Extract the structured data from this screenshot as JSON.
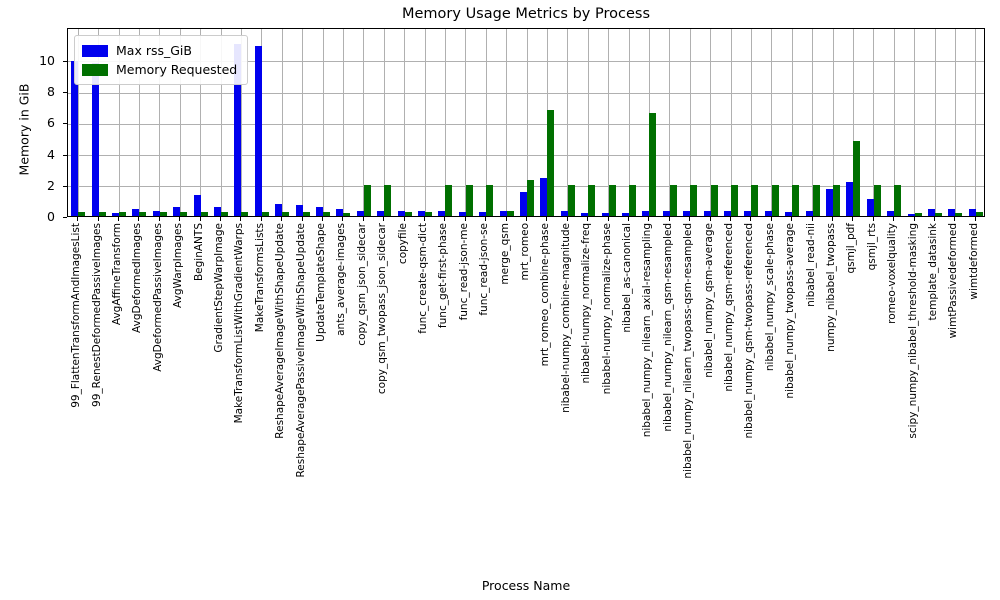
{
  "title": "Memory Usage Metrics by Process",
  "axes": {
    "xlabel": "Process Name",
    "ylabel": "Memory in GiB",
    "yticks": [
      0,
      2,
      4,
      6,
      8,
      10
    ]
  },
  "colors": {
    "max_rss": "#0000ee",
    "requested": "#007000",
    "grid": "#b0b0b0"
  },
  "chart_data": {
    "type": "bar",
    "title": "Memory Usage Metrics by Process",
    "xlabel": "Process Name",
    "ylabel": "Memory in GiB",
    "ylim": [
      0,
      12.1
    ],
    "grid": true,
    "legend_position": "upper left",
    "categories": [
      "99_FlattenTransformAndImagesList",
      "99_RenestDeformedPassiveImages",
      "AvgAffineTransform",
      "AvgDeformedImages",
      "AvgDeformedPassiveImages",
      "AvgWarpImages",
      "BeginANTS",
      "GradientStepWarpImage",
      "MakeTransformListWithGradientWarps",
      "MakeTransformsLists",
      "ReshapeAverageImageWithShapeUpdate",
      "ReshapeAveragePassiveImageWithShapeUpdate",
      "UpdateTemplateShape",
      "ants_average-images",
      "copy_qsm_json_sidecar",
      "copy_qsm_twopass_json_sidecar",
      "copyfile",
      "func_create-qsm-dict",
      "func_get-first-phase",
      "func_read-json-me",
      "func_read-json-se",
      "merge_qsm",
      "mrt_romeo",
      "mrt_romeo_combine-phase",
      "nibabel-numpy_combine-magnitude",
      "nibabel-numpy_normalize-freq",
      "nibabel-numpy_normalize-phase",
      "nibabel_as-canonical",
      "nibabel_numpy_nilearn_axial-resampling",
      "nibabel_numpy_nilearn_qsm-resampled",
      "nibabel_numpy_nilearn_twopass-qsm-resampled",
      "nibabel_numpy_qsm-average",
      "nibabel_numpy_qsm-referenced",
      "nibabel_numpy_qsm-twopass-referenced",
      "nibabel_numpy_scale-phase",
      "nibabel_numpy_twopass-average",
      "nibabel_read-nii",
      "numpy_nibabel_twopass",
      "qsmjl_pdf",
      "qsmjl_rts",
      "romeo-voxelquality",
      "scipy_numpy_nibabel_threshold-masking",
      "template_datasink",
      "wimtPassivedeformed",
      "wimtdeformed"
    ],
    "series": [
      {
        "name": "Max rss_GiB",
        "color": "#0000ee",
        "values": [
          9.9,
          9.8,
          0.2,
          0.45,
          0.35,
          0.55,
          1.35,
          0.55,
          11.0,
          10.9,
          0.75,
          0.7,
          0.6,
          0.45,
          0.3,
          0.3,
          0.3,
          0.3,
          0.3,
          0.25,
          0.25,
          0.3,
          1.55,
          2.45,
          0.3,
          0.2,
          0.2,
          0.2,
          0.3,
          0.3,
          0.3,
          0.3,
          0.3,
          0.3,
          0.3,
          0.25,
          0.3,
          1.7,
          2.2,
          1.1,
          0.3,
          0.15,
          0.45,
          0.45,
          0.45
        ]
      },
      {
        "name": "Memory Requested",
        "color": "#007000",
        "values": [
          0.25,
          0.25,
          0.25,
          0.25,
          0.25,
          0.25,
          0.25,
          0.25,
          0.25,
          0.25,
          0.25,
          0.25,
          0.25,
          0.2,
          2.0,
          2.0,
          0.25,
          0.25,
          2.0,
          2.0,
          2.0,
          0.3,
          2.3,
          6.8,
          2.0,
          2.0,
          2.0,
          2.0,
          6.6,
          2.0,
          2.0,
          2.0,
          2.0,
          2.0,
          2.0,
          2.0,
          2.0,
          2.0,
          4.8,
          2.0,
          2.0,
          0.2,
          0.2,
          0.2,
          0.25
        ]
      }
    ]
  },
  "legend": {
    "items": [
      {
        "label": "Max rss_GiB",
        "color": "#0000ee"
      },
      {
        "label": "Memory Requested",
        "color": "#007000"
      }
    ]
  }
}
